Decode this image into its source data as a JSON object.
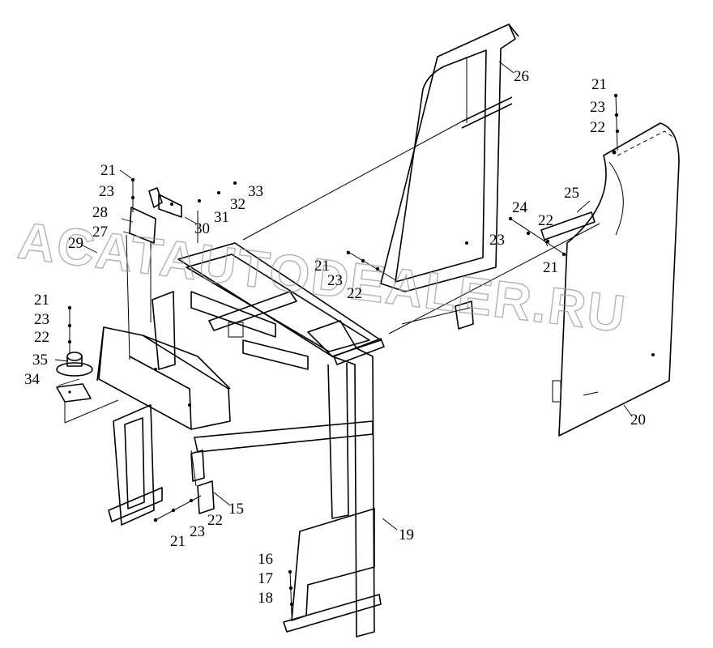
{
  "watermark": "ACATAUTODEALER.RU",
  "callouts": {
    "c16": "16",
    "c17": "17",
    "c18": "18",
    "c15": "15",
    "c19": "19",
    "c20": "20",
    "c21a": "21",
    "c23a": "23",
    "c22a": "22",
    "c21b": "21",
    "c23b": "23",
    "c22b": "22",
    "c21c": "21",
    "c23c": "23",
    "c22c": "22",
    "c21d": "21",
    "c23d": "23",
    "c22d": "22",
    "c21e": "21",
    "c23e": "23",
    "c22e": "22",
    "c24": "24",
    "c25": "25",
    "c26": "26",
    "c27": "27",
    "c28": "28",
    "c29": "29",
    "c30": "30",
    "c31": "31",
    "c32": "32",
    "c33": "33",
    "c34": "34",
    "c35": "35",
    "c21f": "21"
  }
}
